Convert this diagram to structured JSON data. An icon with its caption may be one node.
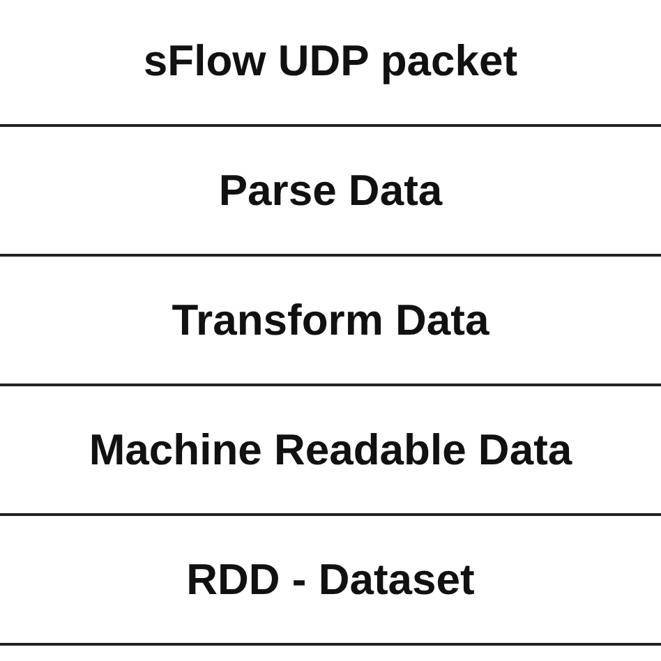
{
  "diagram": {
    "nodes": [
      {
        "text": [
          "sFlow UDP packet"
        ]
      },
      {
        "text": [
          "Parse Data"
        ]
      },
      {
        "text": [
          "Transform Data"
        ]
      },
      {
        "text": [
          "Machine Readable Data"
        ]
      },
      {
        "text": [
          "RDD - Dataset"
        ]
      }
    ]
  }
}
